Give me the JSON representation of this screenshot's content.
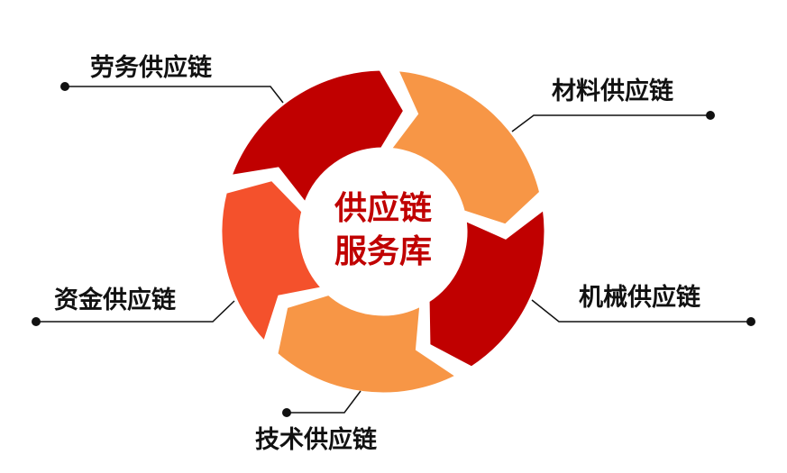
{
  "center": {
    "line1": "供应链",
    "line2": "服务库"
  },
  "segments": [
    {
      "id": "labor",
      "label": "劳务供应链",
      "color": "#c00000"
    },
    {
      "id": "material",
      "label": "材料供应链",
      "color": "#f79646"
    },
    {
      "id": "machinery",
      "label": "机械供应链",
      "color": "#c00000"
    },
    {
      "id": "technology",
      "label": "技术供应链",
      "color": "#f79646"
    },
    {
      "id": "capital",
      "label": "资金供应链",
      "color": "#f4512c"
    }
  ],
  "colors": {
    "dark_red": "#c00000",
    "orange": "#f79646",
    "red_orange": "#f4512c",
    "leader_line": "#111111",
    "center_text": "#c00000"
  }
}
